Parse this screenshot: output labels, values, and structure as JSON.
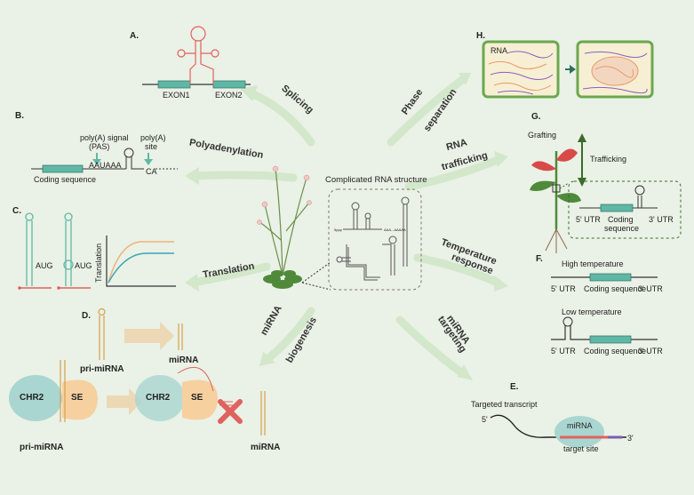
{
  "center": {
    "title": "Complicated RNA structure",
    "seq_left": "5ppp",
    "seq_right": "AAA...AAAAA"
  },
  "panels": {
    "A": {
      "letter": "A.",
      "exon1": "EXON1",
      "exon2": "EXON2"
    },
    "B": {
      "letter": "B.",
      "signal_line1": "poly(A) signal",
      "signal_line2": "(PAS)",
      "site_line1": "poly(A)",
      "site_line2": "site",
      "coding": "Coding sequence",
      "aauaaa": "AAUAAA",
      "ca": "CA"
    },
    "C": {
      "letter": "C.",
      "aug1": "AUG",
      "aug2": "AUG",
      "ylabel": "Translation"
    },
    "D": {
      "letter": "D.",
      "pri1": "pri-miRNA",
      "mirna1": "miRNA",
      "chr2a": "CHR2",
      "sea": "SE",
      "chr2b": "CHR2",
      "seb": "SE",
      "pri2": "pri-miRNA",
      "mirna2": "miRNA"
    },
    "E": {
      "letter": "E.",
      "transcript": "Targeted transcript",
      "five": "5'",
      "three": "3'",
      "mirna": "miRNA",
      "site": "target site"
    },
    "F": {
      "letter": "F.",
      "high": "High temperature",
      "low": "Low temperature",
      "utr5a": "5' UTR",
      "codinga": "Coding sequence",
      "utr3a": "3' UTR",
      "utr5b": "5' UTR",
      "codingb": "Coding sequence",
      "utr3b": "3' UTR"
    },
    "G": {
      "letter": "G.",
      "grafting": "Grafting",
      "trafficking": "Trafficking",
      "utr5": "5' UTR",
      "coding1": "Coding",
      "coding2": "sequence",
      "utr3": "3' UTR"
    },
    "H": {
      "letter": "H.",
      "rna": "RNA"
    }
  },
  "arrows": {
    "splicing": "Splicing",
    "polyadenylation": "Polyadenylation",
    "translation": "Translation",
    "mirna_bio1": "miRNA",
    "mirna_bio2": "biogenesis",
    "phase1": "Phase",
    "phase2": "separation",
    "rnatraf1": "RNA",
    "rnatraf2": "trafficking",
    "temp1": "Temperature",
    "temp2": "response",
    "mirnat1": "miRNA",
    "mirnat2": "targeting"
  },
  "colors": {
    "background": "#eaf1e6",
    "exon": "#5fb8a6",
    "structure_red": "#e0625e",
    "arrow": "#cfe5c6",
    "plant": "#4e8a3a",
    "orange": "#f0b27a",
    "blue": "#3aa6b0"
  }
}
